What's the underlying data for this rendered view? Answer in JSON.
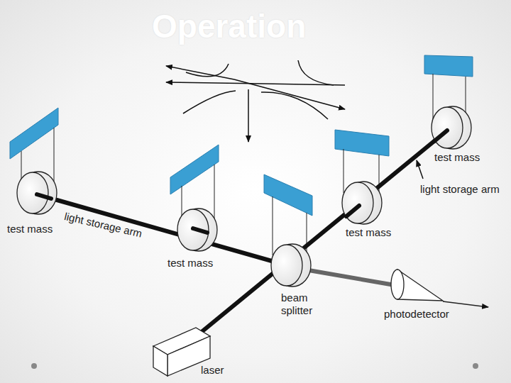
{
  "diagram": {
    "title": "Operation",
    "labels": [
      "test mass",
      "light storage arm",
      "test mass",
      "beam splitter",
      "test mass",
      "test mass",
      "light storage arm",
      "photodetector",
      "laser"
    ]
  }
}
